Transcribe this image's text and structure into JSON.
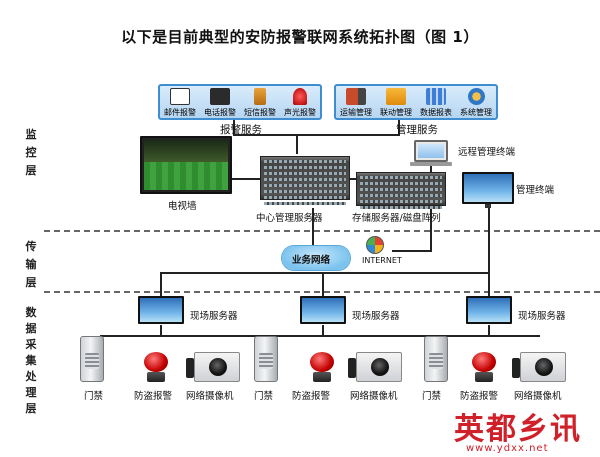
{
  "title": "以下是目前典型的安防报警联网系统拓扑图（图 1）",
  "layers": {
    "monitor": [
      "监",
      "控",
      "层"
    ],
    "transmit": [
      "传",
      "输",
      "层"
    ],
    "collect": [
      "数",
      "据",
      "采",
      "集",
      "处",
      "理",
      "层"
    ]
  },
  "alarm_service": {
    "label": "报警服务",
    "items": [
      "邮件报警",
      "电话报警",
      "短信报警",
      "声光报警"
    ]
  },
  "management_service": {
    "label": "管理服务",
    "items": [
      "运输管理",
      "联动管理",
      "数据报表",
      "系统管理"
    ]
  },
  "labels": {
    "tv_wall": "电视墙",
    "center_server": "中心管理服务器",
    "storage": "存储服务器/磁盘阵列",
    "remote_terminal": "远程管理终端",
    "mgmt_terminal": "管理终端",
    "business_network": "业务网络",
    "internet": "INTERNET"
  },
  "sites": [
    {
      "server": "现场服务器",
      "devices": [
        "门禁",
        "防盗报警",
        "网络摄像机"
      ]
    },
    {
      "server": "现场服务器",
      "devices": [
        "门禁",
        "防盗报警",
        "网络摄像机"
      ]
    },
    {
      "server": "现场服务器",
      "devices": [
        "门禁",
        "防盗报警",
        "网络摄像机"
      ]
    }
  ],
  "watermark": {
    "brand": "英都乡讯",
    "url": "www.ydxx.net"
  },
  "colors": {
    "panel_border": "#3f8ed1",
    "panel_fill": "#cfe4f7",
    "network_blue": "#7cc3ee",
    "alarm_red": "#c30000",
    "watermark_red": "#d0202a"
  }
}
